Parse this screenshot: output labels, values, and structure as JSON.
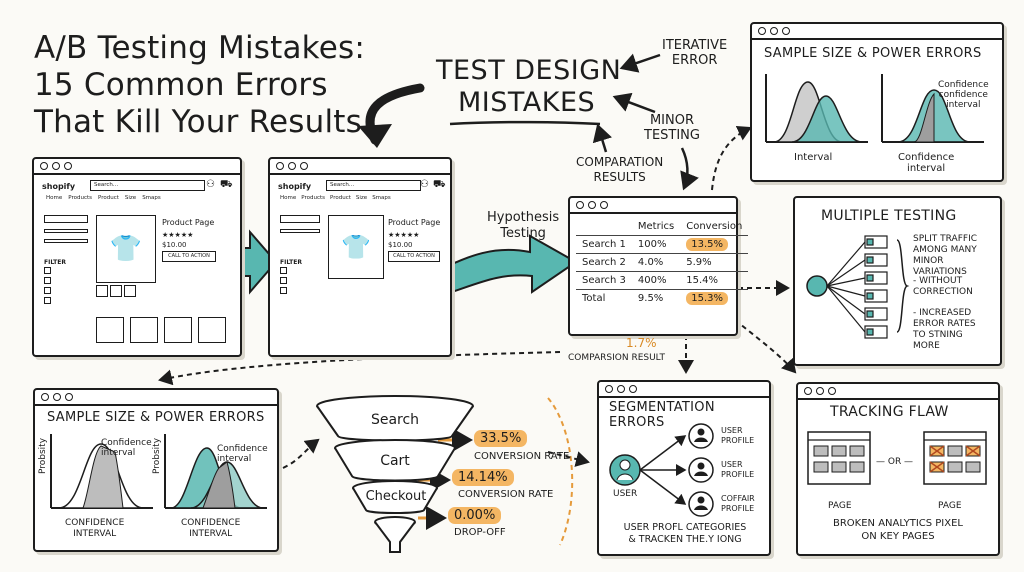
{
  "title": {
    "line1": "A/B Testing Mistakes:",
    "line2": "15 Common Errors",
    "line3": "That Kill Your Results"
  },
  "center": {
    "heading1": "TEST DESIGN",
    "heading2": "MISTAKES",
    "iterative1": "ITERATIVE",
    "iterative2": "ERROR",
    "minor1": "MINOR",
    "minor2": "TESTING",
    "comparation1": "COMPARATION",
    "comparation2": "RESULTS",
    "hypothesis1": "Hypothesis",
    "hypothesis2": "Testing"
  },
  "store": {
    "brand": "shopify",
    "search_placeholder": "Search...",
    "nav": [
      "Home",
      "Products",
      "Product",
      "Size",
      "Smaps"
    ],
    "product_title": "Product Page",
    "stars": "★★★★★",
    "price": "$10.00",
    "cta": "CALL TO ACTION",
    "filter": "FILTER"
  },
  "metrics_table": {
    "headers": [
      "Metrics",
      "Conversion"
    ],
    "rows": [
      {
        "name": "Search 1",
        "metric": "100%",
        "conv": "13.5%",
        "highlight": true
      },
      {
        "name": "Search 2",
        "metric": "4.0%",
        "conv": "5.9%",
        "highlight": false
      },
      {
        "name": "Search 3",
        "metric": "400%",
        "conv": "15.4%",
        "highlight": false
      },
      {
        "name": "Total",
        "metric": "9.5%",
        "conv": "15.3%",
        "highlight": true
      }
    ],
    "note_value": "1.7%",
    "note_label": "COMPARSION RESULT"
  },
  "sample_size_top": {
    "title": "SAMPLE SIZE & POWER ERRORS",
    "label_interval": "Interval",
    "label_ci1": "Confidence",
    "label_ci2": "interval",
    "label_cci1": "Confidence",
    "label_cci2": "confidence",
    "label_cci3": "interval"
  },
  "multiple_testing": {
    "title": "MULTIPLE TESTING",
    "note1": [
      "SPLIT TRAFFIC",
      "AMONG MANY",
      "MINOR VARIATIONS"
    ],
    "note2": [
      "- WITHOUT",
      "CORRECTION"
    ],
    "note3": [
      "- INCREASED",
      "ERROR RATES",
      "TO STNING",
      "MORE"
    ]
  },
  "sample_size_bottom": {
    "title": "SAMPLE SIZE & POWER ERRORS",
    "ylabel": "Probsity",
    "ci1": "Confidence",
    "ci2": "interval",
    "xlabel1": "CONFIDENCE",
    "xlabel2": "INTERVAL"
  },
  "funnel": {
    "stages": [
      "Search",
      "Cart",
      "Checkout"
    ],
    "conv1_value": "33.5%",
    "conv1_label": "CONVERSION RATE",
    "conv2_value": "14.14%",
    "conv2_label": "CONVERSION RATE",
    "drop_value": "0.00%",
    "drop_label": "DROP-OFF"
  },
  "segmentation": {
    "title": "SEGMENTATION ERRORS",
    "user": "USER",
    "profiles": [
      [
        "USER",
        "PROFILE"
      ],
      [
        "USER",
        "PROFILE"
      ],
      [
        "COFFAIR",
        "PROFILE"
      ]
    ],
    "caption1": "USER PROFL CATEGORIES",
    "caption2": "& TRACKEN THE.Y IONG"
  },
  "tracking": {
    "title": "TRACKING FLAW",
    "or": "— OR —",
    "page_left": "PAGE",
    "page_right": "PAGE",
    "caption1": "BROKEN ANALYTICS PIXEL",
    "caption2": "ON KEY PAGES"
  },
  "colors": {
    "teal": "#58b7b0",
    "orange": "#f4b663",
    "ink": "#1d1d1d"
  }
}
